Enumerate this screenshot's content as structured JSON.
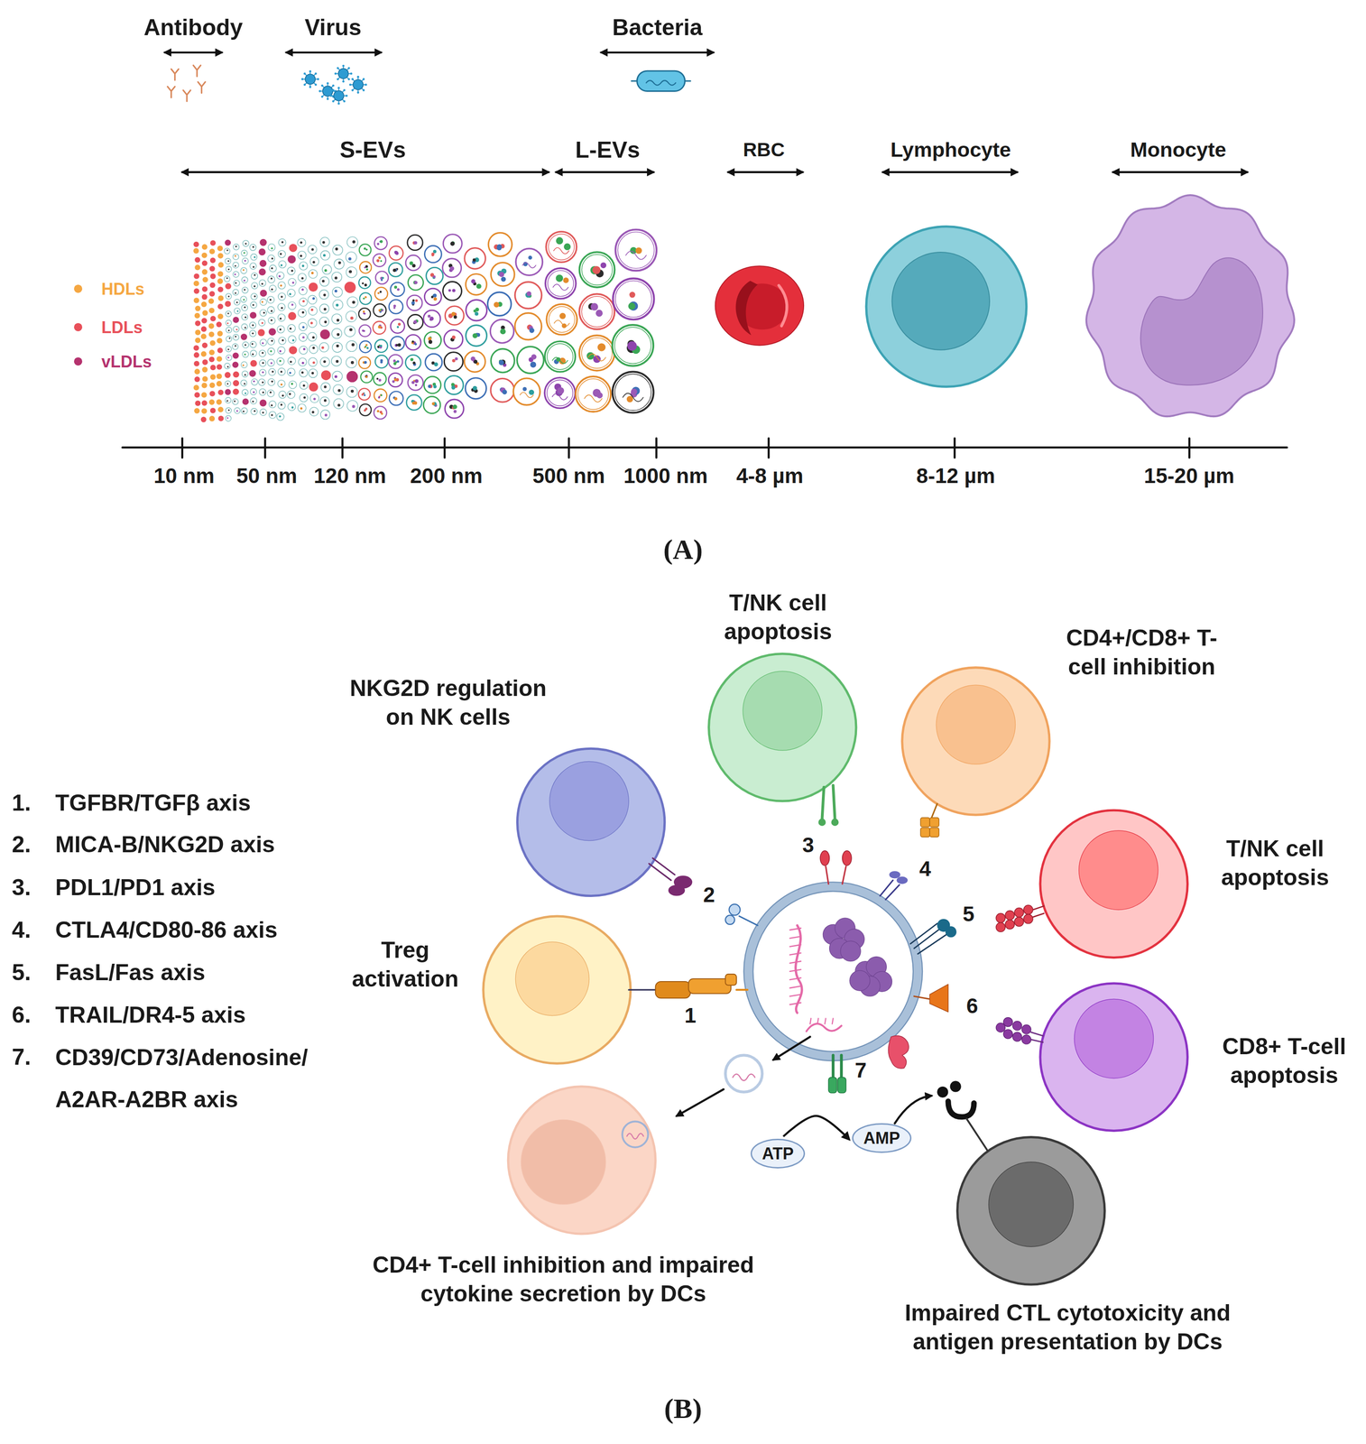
{
  "diagram": {
    "nodes": [
      {
        "text": [
          "ATP"
        ]
      },
      {
        "text": [
          "AMP"
        ]
      }
    ],
    "edges": [
      {
        "from": 0,
        "to": 1,
        "arrow": "to"
      }
    ],
    "labels": [
      "Antibody",
      "Virus",
      "Bacteria",
      "S-EVs",
      "L-EVs",
      "RBC",
      "Lymphocyte",
      "Monocyte",
      "10 nm",
      "50 nm",
      "120 nm",
      "200 nm",
      "500 nm",
      "1000 nm",
      "4-8 µm",
      "8-12 µm",
      "15-20 µm",
      "(A)",
      "NKG2D regulation on NK cells",
      "T/NK cell apoptosis",
      "CD4+/CD8+ T- cell inhibition",
      "T/NK cell apoptosis",
      "Treg activation",
      "CD8+ T-cell apoptosis",
      "CD4+ T-cell inhibition and impaired cytokine secretion by DCs",
      "Impaired CTL cytotoxicity and antigen presentation by DCs",
      "1",
      "2",
      "3",
      "4",
      "5",
      "6",
      "7",
      "1.",
      "TGFBR/TGFβ axis",
      "2.",
      "MICA-B/NKG2D axis",
      "3.",
      "PDL1/PD1 axis",
      "4.",
      "CTLA4/CD80-86 axis",
      "5.",
      "FasL/Fas axis",
      "6.",
      "TRAIL/DR4-5 axis",
      "7.",
      "CD39/CD73/Adenosine/ A2AR-A2BR axis",
      "(B)"
    ],
    "legend": [
      {
        "text": "HDLs",
        "color": "#f5a742"
      },
      {
        "text": "LDLs",
        "color": "#e8505a"
      },
      {
        "text": "vLDLs",
        "color": "#b5326e"
      }
    ]
  }
}
